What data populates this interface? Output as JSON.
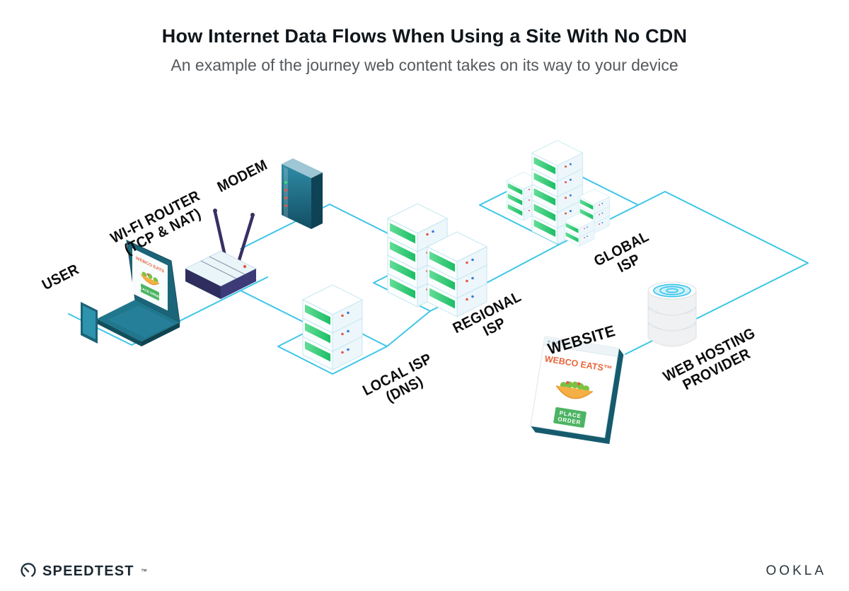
{
  "header": {
    "title": "How Internet Data Flows When Using a Site With No CDN",
    "subtitle": "An example of the journey web content takes on its way to your device"
  },
  "nodes": {
    "user": {
      "label": "USER"
    },
    "wifi_router": {
      "label": "WI-FI ROUTER",
      "sublabel": "(TCP & NAT)"
    },
    "modem": {
      "label": "MODEM"
    },
    "local_isp": {
      "label": "LOCAL ISP",
      "sublabel": "(DNS)"
    },
    "regional_isp": {
      "label": "REGIONAL",
      "sublabel": "ISP"
    },
    "global_isp": {
      "label": "GLOBAL",
      "sublabel": "ISP"
    },
    "website": {
      "label": "WEBSITE"
    },
    "web_hosting": {
      "label": "WEB HOSTING",
      "sublabel": "PROVIDER"
    }
  },
  "laptop_screen": {
    "brand": "WEBCO EATS",
    "button": "PLACE ORDER"
  },
  "website_window": {
    "brand": "WEBCO EATS™",
    "button_line1": "PLACE",
    "button_line2": "ORDER"
  },
  "footer": {
    "speedtest": "SPEEDTEST",
    "trademark": "™",
    "ookla": "OOKLA"
  },
  "colors": {
    "line": "#3EC6E8",
    "teal_dark": "#1C6478",
    "server_green": "#1CBE66",
    "brand_orange": "#E8663C",
    "button_green": "#4CB463",
    "router_purple": "#3A2F63"
  }
}
